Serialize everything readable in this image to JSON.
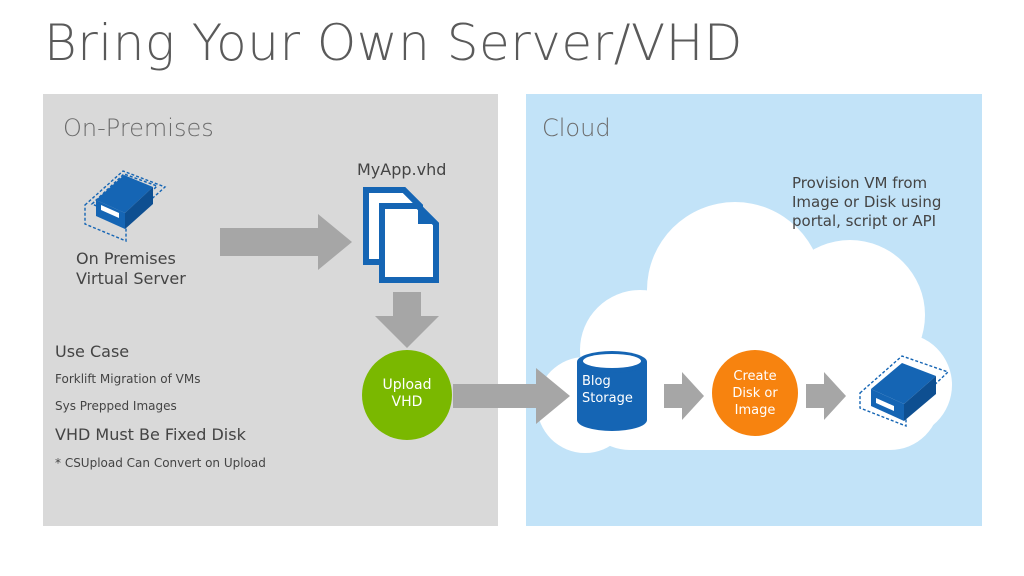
{
  "title": "Bring Your Own Server/VHD",
  "on_premises": {
    "label": "On-Premises",
    "server_label": [
      "On Premises",
      "Virtual Server"
    ],
    "file_label": "MyApp.vhd",
    "upload": [
      "Upload",
      "VHD"
    ],
    "notes": [
      "Use Case",
      "Forklift Migration of VMs",
      "Sys Prepped Images",
      "VHD Must Be Fixed Disk",
      "* CSUpload Can Convert on Upload"
    ]
  },
  "cloud": {
    "label": "Cloud",
    "provision_text": [
      "Provision VM from",
      "Image or Disk using",
      "portal, script or API"
    ],
    "storage": [
      "Blog",
      "Storage"
    ],
    "create": [
      "Create",
      "Disk or",
      "Image"
    ]
  },
  "colors": {
    "onprem_bg": "#d9d9d9",
    "cloud_bg": "#c2e3f8",
    "azure_blue": "#1565b4",
    "upload_green": "#7ab800",
    "create_orange": "#f7830f",
    "arrow_gray": "#a6a6a6"
  },
  "icons": [
    "server-icon",
    "document-stack-icon",
    "database-icon",
    "cloud-shape"
  ]
}
